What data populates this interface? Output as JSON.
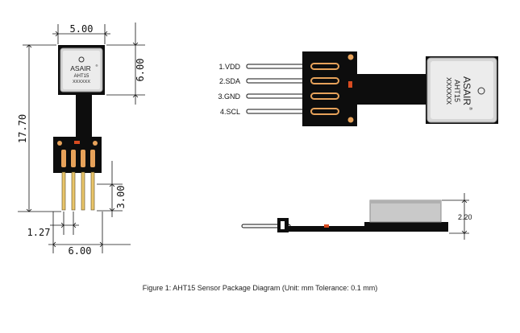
{
  "caption": "Figure 1: AHT15 Sensor Package Diagram (Unit: mm   Tolerance: 0.1 mm)",
  "chip": {
    "brand": "ASAIR",
    "registered": "®",
    "model": "AHT15",
    "code": "XXXXXX"
  },
  "dimensions": {
    "top_width": "5.00",
    "head_height": "6.00",
    "total_height": "17.70",
    "pin_length": "3.00",
    "pin_pitch": "1.27",
    "pin_span": "6.00",
    "side_height": "2.20"
  },
  "pins": [
    {
      "label": "1.VDD"
    },
    {
      "label": "2.SDA"
    },
    {
      "label": "3.GND"
    },
    {
      "label": "4.SCL"
    }
  ],
  "colors": {
    "pcb": "#0d0d0d",
    "pad": "#e7a25a",
    "cap": "#d84b20",
    "pin": "#e9c56a",
    "chip_face": "#ececec",
    "chip_border": "#9a9a9a"
  }
}
